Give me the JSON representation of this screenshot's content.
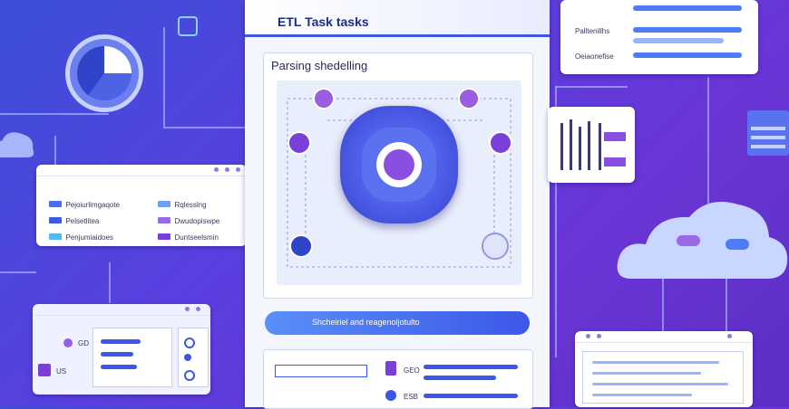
{
  "main_panel": {
    "title": "ETL Task tasks",
    "subtitle": "Parsing shedelling",
    "pill_text": "Shcheiriel and reagenoljotulto"
  },
  "legend_card": {
    "items": [
      {
        "label": "Pejoiurlimgaqote",
        "color": "#4d6bf0"
      },
      {
        "label": "Rqlesslng",
        "color": "#6fa0f5"
      },
      {
        "label": "Pelsetlitea",
        "color": "#3b5be0"
      },
      {
        "label": "Dwudopiswpe",
        "color": "#9a6ae6"
      },
      {
        "label": "Penjumiaidoes",
        "color": "#52b6f2"
      },
      {
        "label": "Duntseelsmin",
        "color": "#7a3fd8"
      }
    ]
  },
  "top_right_card": {
    "rows": [
      {
        "label": "Palltenillhs"
      },
      {
        "label": "Oeiaonefise"
      }
    ]
  },
  "bottom_left_card": {
    "labels": [
      "GD",
      "US"
    ]
  },
  "bottom_center_card": {
    "labels": [
      "GEO",
      "ESB"
    ]
  },
  "colors": {
    "accent": "#3c57e8",
    "purple": "#6b3fd9",
    "panel_bg": "#f1f4fd"
  }
}
